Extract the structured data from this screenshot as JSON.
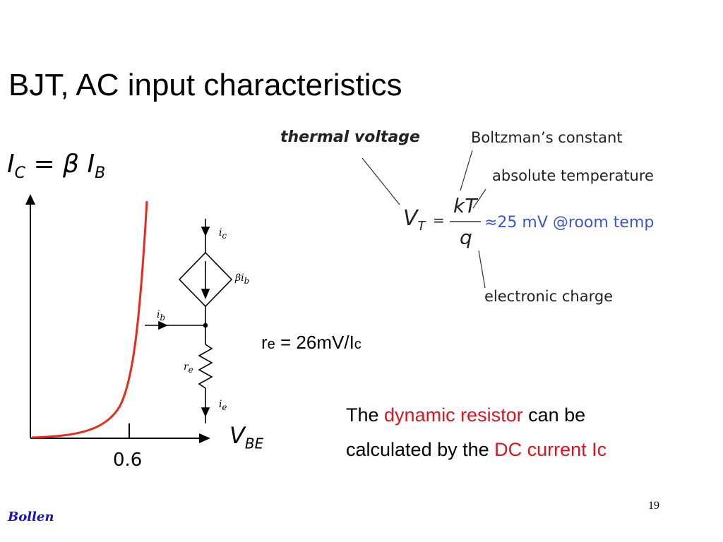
{
  "slide": {
    "title": "BJT, AC input characteristics",
    "page_number": "19",
    "footer": "Bollen"
  },
  "graph": {
    "ic_symbol": "I",
    "ic_sub": "C",
    "ic_eq_rest": "= β I",
    "ib_sub": "B",
    "vbe_symbol": "V",
    "vbe_sub": "BE",
    "tick_label": "0.6",
    "curve_color": "#e8291c"
  },
  "circuit": {
    "ic_label": "i",
    "ic_label_sub": "c",
    "beta_label": "βi",
    "beta_label_sub": "b",
    "ib_label": "i",
    "ib_label_sub": "b",
    "re_label": "r",
    "re_label_sub": "e",
    "ie_label": "i",
    "ie_label_sub": "e"
  },
  "thermal": {
    "title": "thermal voltage",
    "boltzmann": "Boltzman’s constant",
    "abs_temp": "absolute temperature",
    "vt_symbol": "V",
    "vt_sub": "T",
    "equals": "=",
    "numerator": "kT",
    "denominator": "q",
    "approx": "≈25 mV @room temp",
    "electronic_charge": "electronic charge",
    "approx_color": "#3a55d6"
  },
  "formula": {
    "re_main": "r",
    "re_sub": "e",
    "re_rest": " = 26mV/I",
    "ic_sub": "c"
  },
  "description": {
    "line1_a": "The ",
    "line1_red": "dynamic resistor",
    "line1_b": " can be",
    "line2_a": "calculated by the ",
    "line2_red": "DC current Ic"
  }
}
